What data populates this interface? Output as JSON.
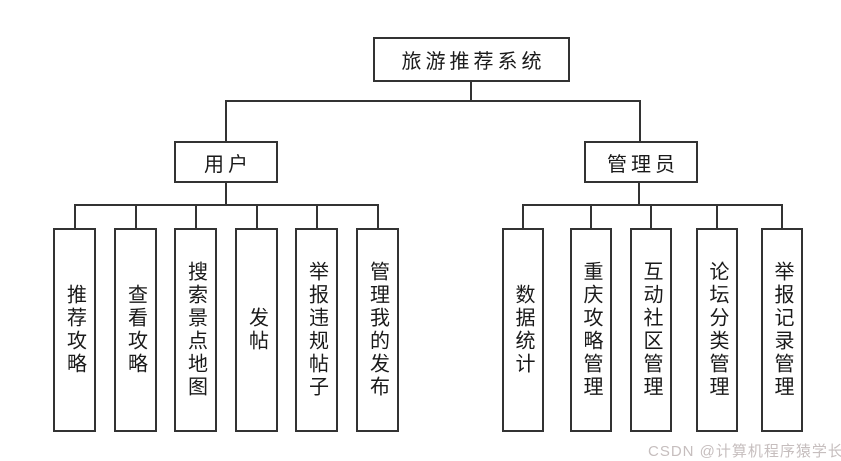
{
  "diagram": {
    "root": {
      "label": "旅游推荐系统"
    },
    "branches": [
      {
        "label": "用户",
        "children": [
          "推荐攻略",
          "查看攻略",
          "搜索景点地图",
          "发帖",
          "举报违规帖子",
          "管理我的发布"
        ]
      },
      {
        "label": "管理员",
        "children": [
          "数据统计",
          "重庆攻略管理",
          "互动社区管理",
          "论坛分类管理",
          "举报记录管理"
        ]
      }
    ]
  },
  "watermark": {
    "text": "CSDN @计算机程序猿学长"
  },
  "colors": {
    "line": "#333333",
    "text": "#1a1a1a",
    "background": "#ffffff",
    "watermark": "#c6bebe"
  }
}
